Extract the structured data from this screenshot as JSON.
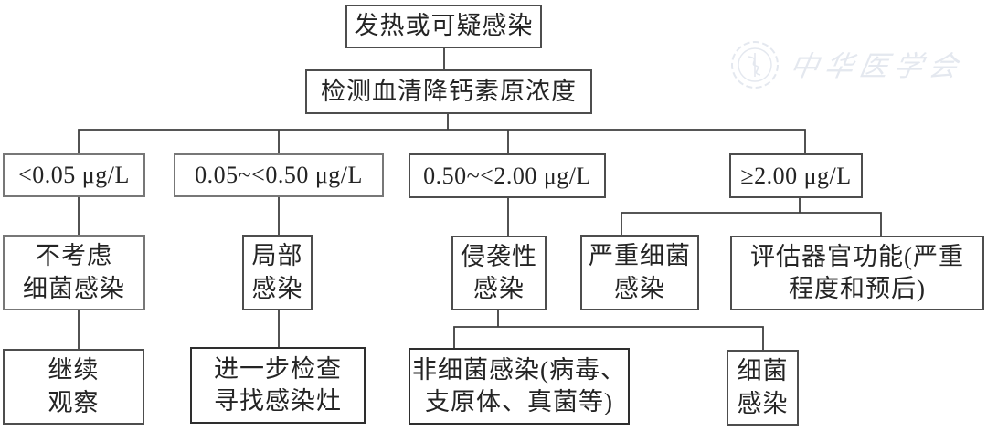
{
  "colors": {
    "background": "#ffffff",
    "line": "#3f3f3f",
    "box_border": "#4d4d4d",
    "text": "#242424",
    "watermark": "#e4e8ef"
  },
  "watermark": {
    "text": "中华医学会",
    "emblem": "cma-caduceus-seal"
  },
  "nodes": {
    "start": "发热或可疑感染",
    "test": "检测血清降钙素原浓度",
    "range1": "<0.05 μg/L",
    "range2": "0.05~<0.50 μg/L",
    "range3": "0.50~<2.00 μg/L",
    "range4": "≥2.00 μg/L",
    "no_bacterial": "不考虑\n细菌感染",
    "local": "局部\n感染",
    "invasive": "侵袭性\n感染",
    "severe_bacterial": "严重细菌\n感染",
    "assess_organ": "评估器官功能(严重\n程度和预后)",
    "observe": "继续\n观察",
    "further_exam": "进一步检查\n寻找感染灶",
    "non_bacterial": "非细菌感染(病毒、\n支原体、真菌等)",
    "bacterial": "细菌\n感染"
  }
}
